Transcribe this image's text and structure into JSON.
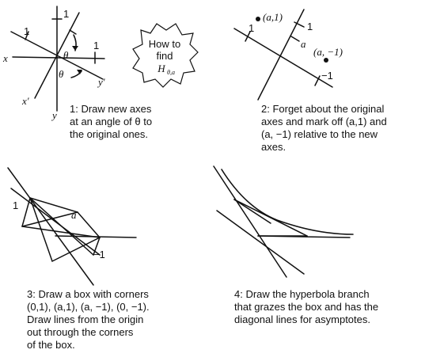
{
  "panels": {
    "p1": {
      "label_x": "x",
      "label_y": "y",
      "label_xp": "x′",
      "label_yp": "y′",
      "label_one_a": "1",
      "label_one_b": "1",
      "label_one_c": "1",
      "label_theta_a": "θ",
      "label_theta_b": "θ",
      "caption": [
        "1: Draw new axes",
        "at an angle of θ to",
        "the original ones."
      ]
    },
    "badge": {
      "line1": "How to",
      "line2": "find",
      "line3": "H",
      "line3_sub": "θ,a"
    },
    "p2": {
      "label_a1": "(a,1)",
      "label_am1": "(a, −1)",
      "label_a": "a",
      "label_one_a": "1",
      "label_one_b": "1",
      "label_m1": "−1",
      "caption": [
        "2: Forget about the original",
        "axes and mark off (a,1) and",
        "(a, −1) relative to the new",
        "axes."
      ]
    },
    "p3": {
      "label_one": "1",
      "label_a": "a",
      "label_m1": "−1",
      "caption": [
        "3: Draw a box with corners",
        "(0,1), (a,1), (a, −1), (0, −1).",
        "Draw lines from the origin",
        "out through the corners",
        "of the box."
      ]
    },
    "p4": {
      "caption": [
        "4: Draw the hyperbola branch",
        "that grazes the box and has the",
        "diagonal lines for asymptotes."
      ]
    }
  }
}
